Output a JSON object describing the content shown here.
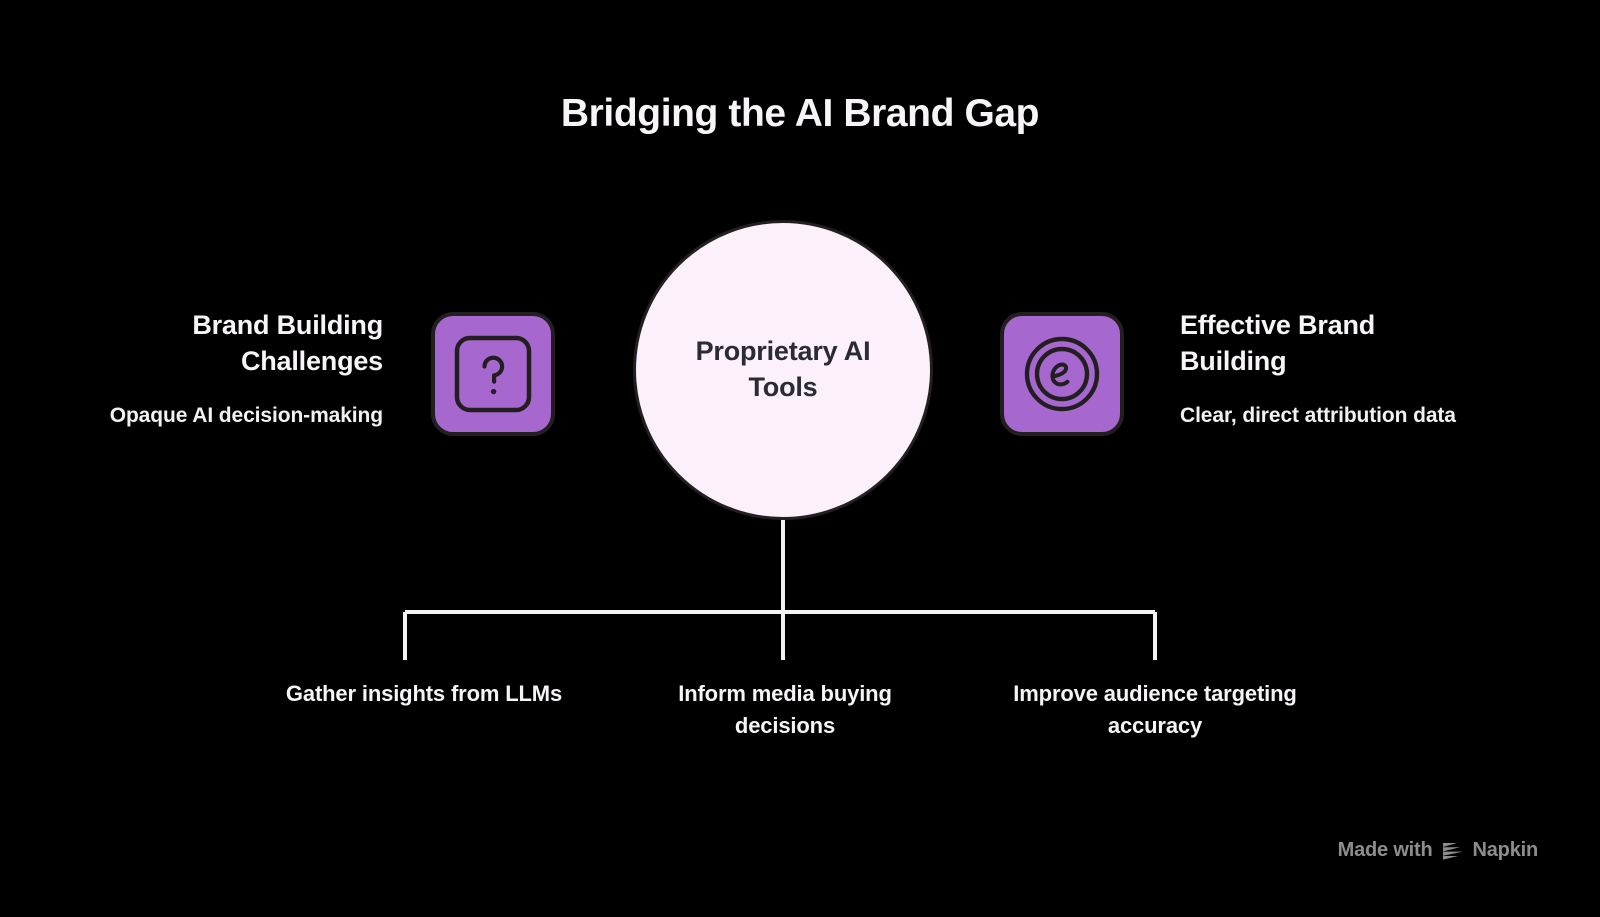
{
  "diagram": {
    "title": "Bridging the AI Brand Gap",
    "background_color": "#000000",
    "accent_color": "#a667ce",
    "center": {
      "label": "Proprietary AI Tools",
      "fill_color": "#fcf0fb",
      "border_color": "#231f20"
    },
    "sides": [
      {
        "id": "left",
        "title": "Brand Building Challenges",
        "description": "Opaque AI decision-making",
        "icon": "question-mark-icon"
      },
      {
        "id": "right",
        "title": "Effective Brand Building",
        "description": "Clear, direct attribution data",
        "icon": "euro-circle-icon"
      }
    ],
    "outcomes": [
      {
        "label": "Gather insights from LLMs"
      },
      {
        "label": "Inform media buying decisions"
      },
      {
        "label": "Improve audience targeting accuracy"
      }
    ]
  },
  "watermark": {
    "prefix": "Made with",
    "brand": "Napkin",
    "logo_icon": "napkin-logo-icon"
  }
}
